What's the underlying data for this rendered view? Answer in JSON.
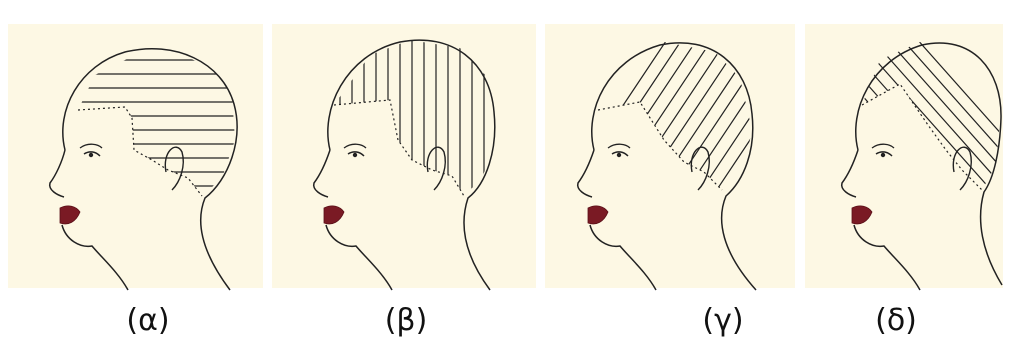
{
  "captions": {
    "a": "(α)",
    "b": "(β)",
    "c": "(γ)",
    "d": "(δ)"
  },
  "colors": {
    "background": "#fdf8e4",
    "lips": "#7a1a24",
    "line": "#222222"
  }
}
